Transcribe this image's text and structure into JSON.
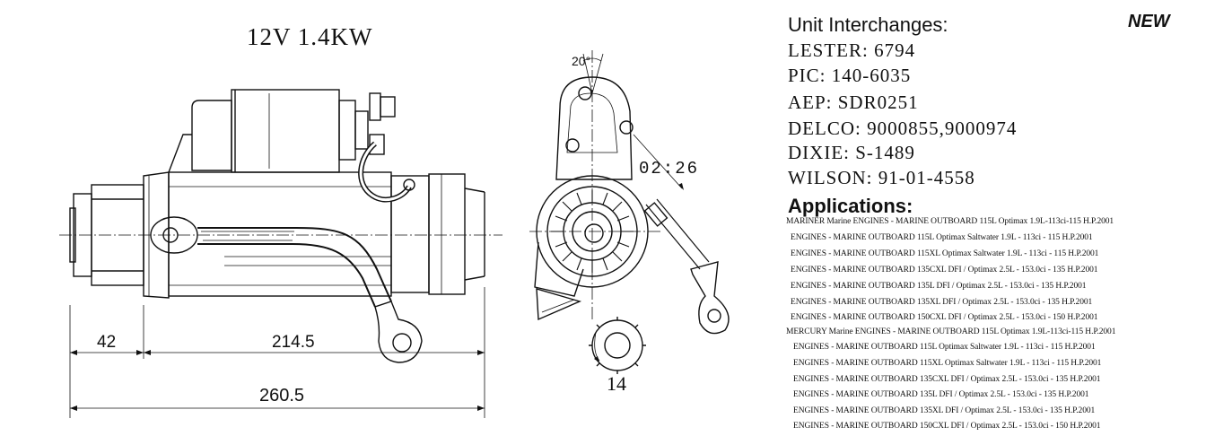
{
  "spec_label": "12V   1.4KW",
  "dimensions": {
    "length_a": "42",
    "length_b": "214.5",
    "overall_length": "260.5",
    "tooth_count": "14",
    "mount_angle": "20°",
    "time_ref": "02:26"
  },
  "badge": "NEW",
  "interchanges": {
    "heading": "Unit Interchanges:",
    "rows": [
      "LESTER: 6794",
      "PIC: 140-6035",
      "AEP: SDR0251",
      "DELCO: 9000855,9000974",
      "DIXIE: S-1489",
      "WILSON: 91-01-4558"
    ]
  },
  "applications": {
    "heading": "Applications:",
    "rows": [
      "MARINER Marine  ENGINES - MARINE OUTBOARD 115L Optimax 1.9L-113ci-115 H.P.2001",
      "ENGINES - MARINE OUTBOARD 115L Optimax Saltwater 1.9L - 113ci - 115 H.P.2001",
      "ENGINES - MARINE OUTBOARD 115XL Optimax Saltwater 1.9L - 113ci - 115 H.P.2001",
      "ENGINES - MARINE OUTBOARD 135CXL DFI / Optimax 2.5L - 153.0ci - 135 H.P.2001",
      "ENGINES - MARINE OUTBOARD 135L DFI / Optimax 2.5L - 153.0ci - 135 H.P.2001",
      "ENGINES - MARINE OUTBOARD 135XL DFI / Optimax 2.5L - 153.0ci - 135 H.P.2001",
      "ENGINES - MARINE OUTBOARD 150CXL DFI / Optimax 2.5L - 153.0ci - 150 H.P.2001",
      "MERCURY Marine  ENGINES - MARINE OUTBOARD 115L Optimax 1.9L-113ci-115 H.P.2001",
      "ENGINES - MARINE OUTBOARD 115L Optimax Saltwater 1.9L - 113ci - 115 H.P.2001",
      "ENGINES - MARINE OUTBOARD 115XL Optimax Saltwater 1.9L - 113ci - 115 H.P.2001",
      "ENGINES - MARINE OUTBOARD 135CXL DFI / Optimax 2.5L - 153.0ci - 135 H.P.2001",
      "ENGINES - MARINE OUTBOARD 135L DFI / Optimax 2.5L - 153.0ci - 135 H.P.2001",
      "ENGINES - MARINE OUTBOARD 135XL DFI / Optimax 2.5L - 153.0ci - 135 H.P.2001",
      "ENGINES - MARINE OUTBOARD 150CXL DFI / Optimax 2.5L - 153.0ci - 150 H.P.2001"
    ]
  }
}
